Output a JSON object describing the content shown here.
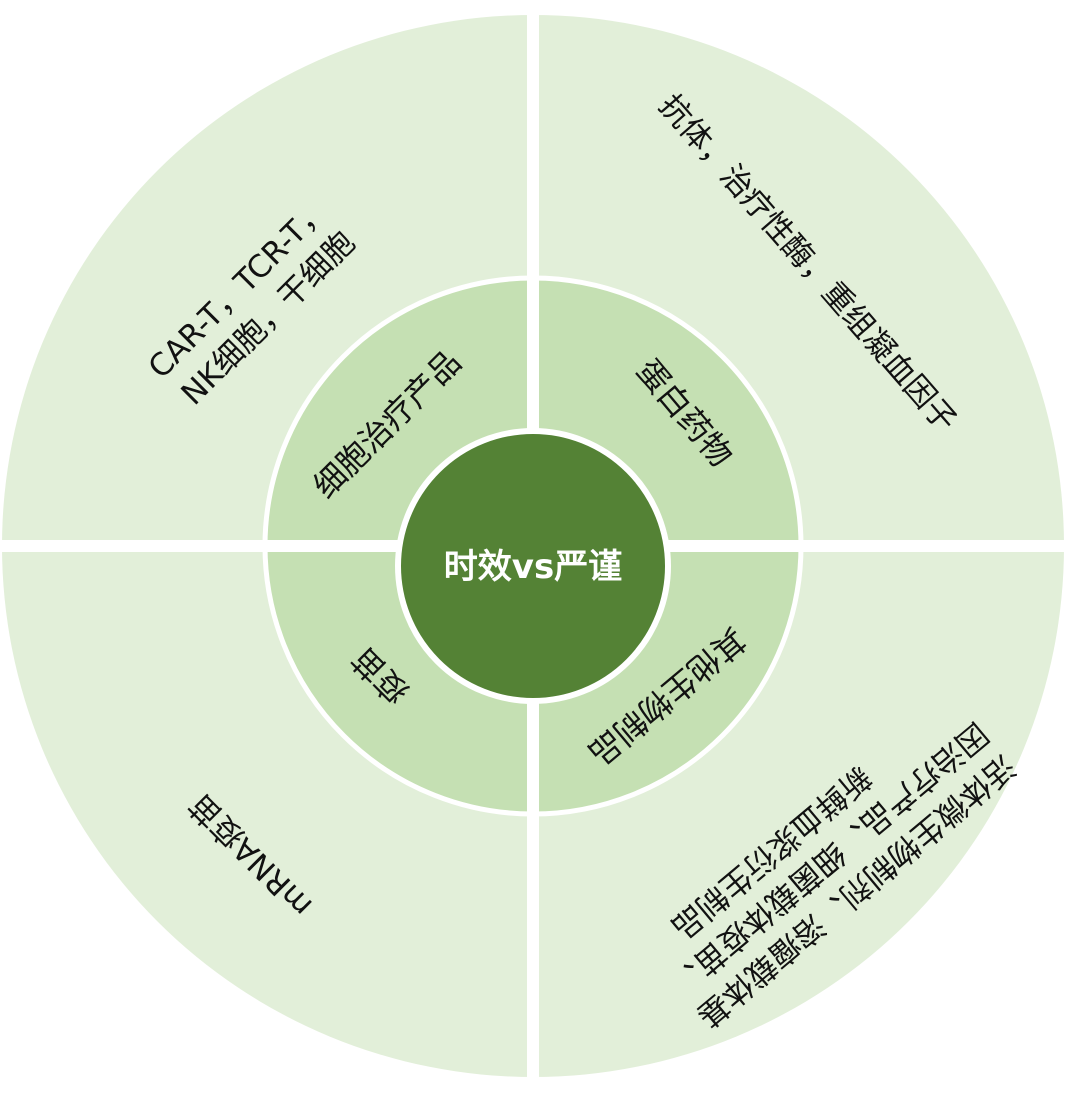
{
  "center": {
    "label": "时效vs严谨"
  },
  "categories": [
    {
      "label": "细胞治疗产品",
      "examples": [
        "CAR-T，TCR-T，",
        "NK细胞，干细胞"
      ]
    },
    {
      "label": "蛋白药物",
      "examples": [
        "抗体，治疗性酶，重组凝血因子"
      ]
    },
    {
      "label": "其他生物制品",
      "examples": [
        "活体微生物制剂、溶瘤载体基",
        "因治疗产品、细菌载体疫苗、",
        "新鲜血浆衍生制品"
      ]
    },
    {
      "label": "疫苗",
      "examples": [
        "mRNA疫苗"
      ]
    }
  ],
  "colors": {
    "outer": "#e2efd9",
    "middle": "#c5e0b3",
    "center": "#548235"
  }
}
